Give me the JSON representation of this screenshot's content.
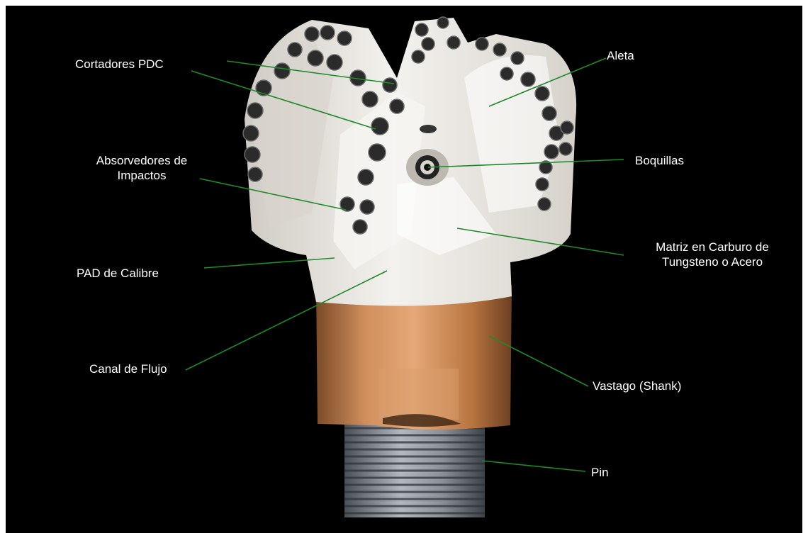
{
  "colors": {
    "background": "#000000",
    "leader_lines": "#1f8a2a",
    "label_text": "#ffffff",
    "bit_body": "#e9e7e2",
    "cutters": "#2b2b2b",
    "shank": "#c98654",
    "pin_threads": "#8a8f94"
  },
  "labels": {
    "cortadores_pdc": "Cortadores PDC",
    "aleta": "Aleta",
    "absorvedores_line1": "Absorvedores de",
    "absorvedores_line2": "Impactos",
    "boquillas": "Boquillas",
    "matriz_line1": "Matriz en Carburo de",
    "matriz_line2": "Tungsteno o Acero",
    "pad_calibre": "PAD de Calibre",
    "canal_flujo": "Canal de Flujo",
    "vastago": "Vastago (Shank)",
    "pin": "Pin"
  }
}
